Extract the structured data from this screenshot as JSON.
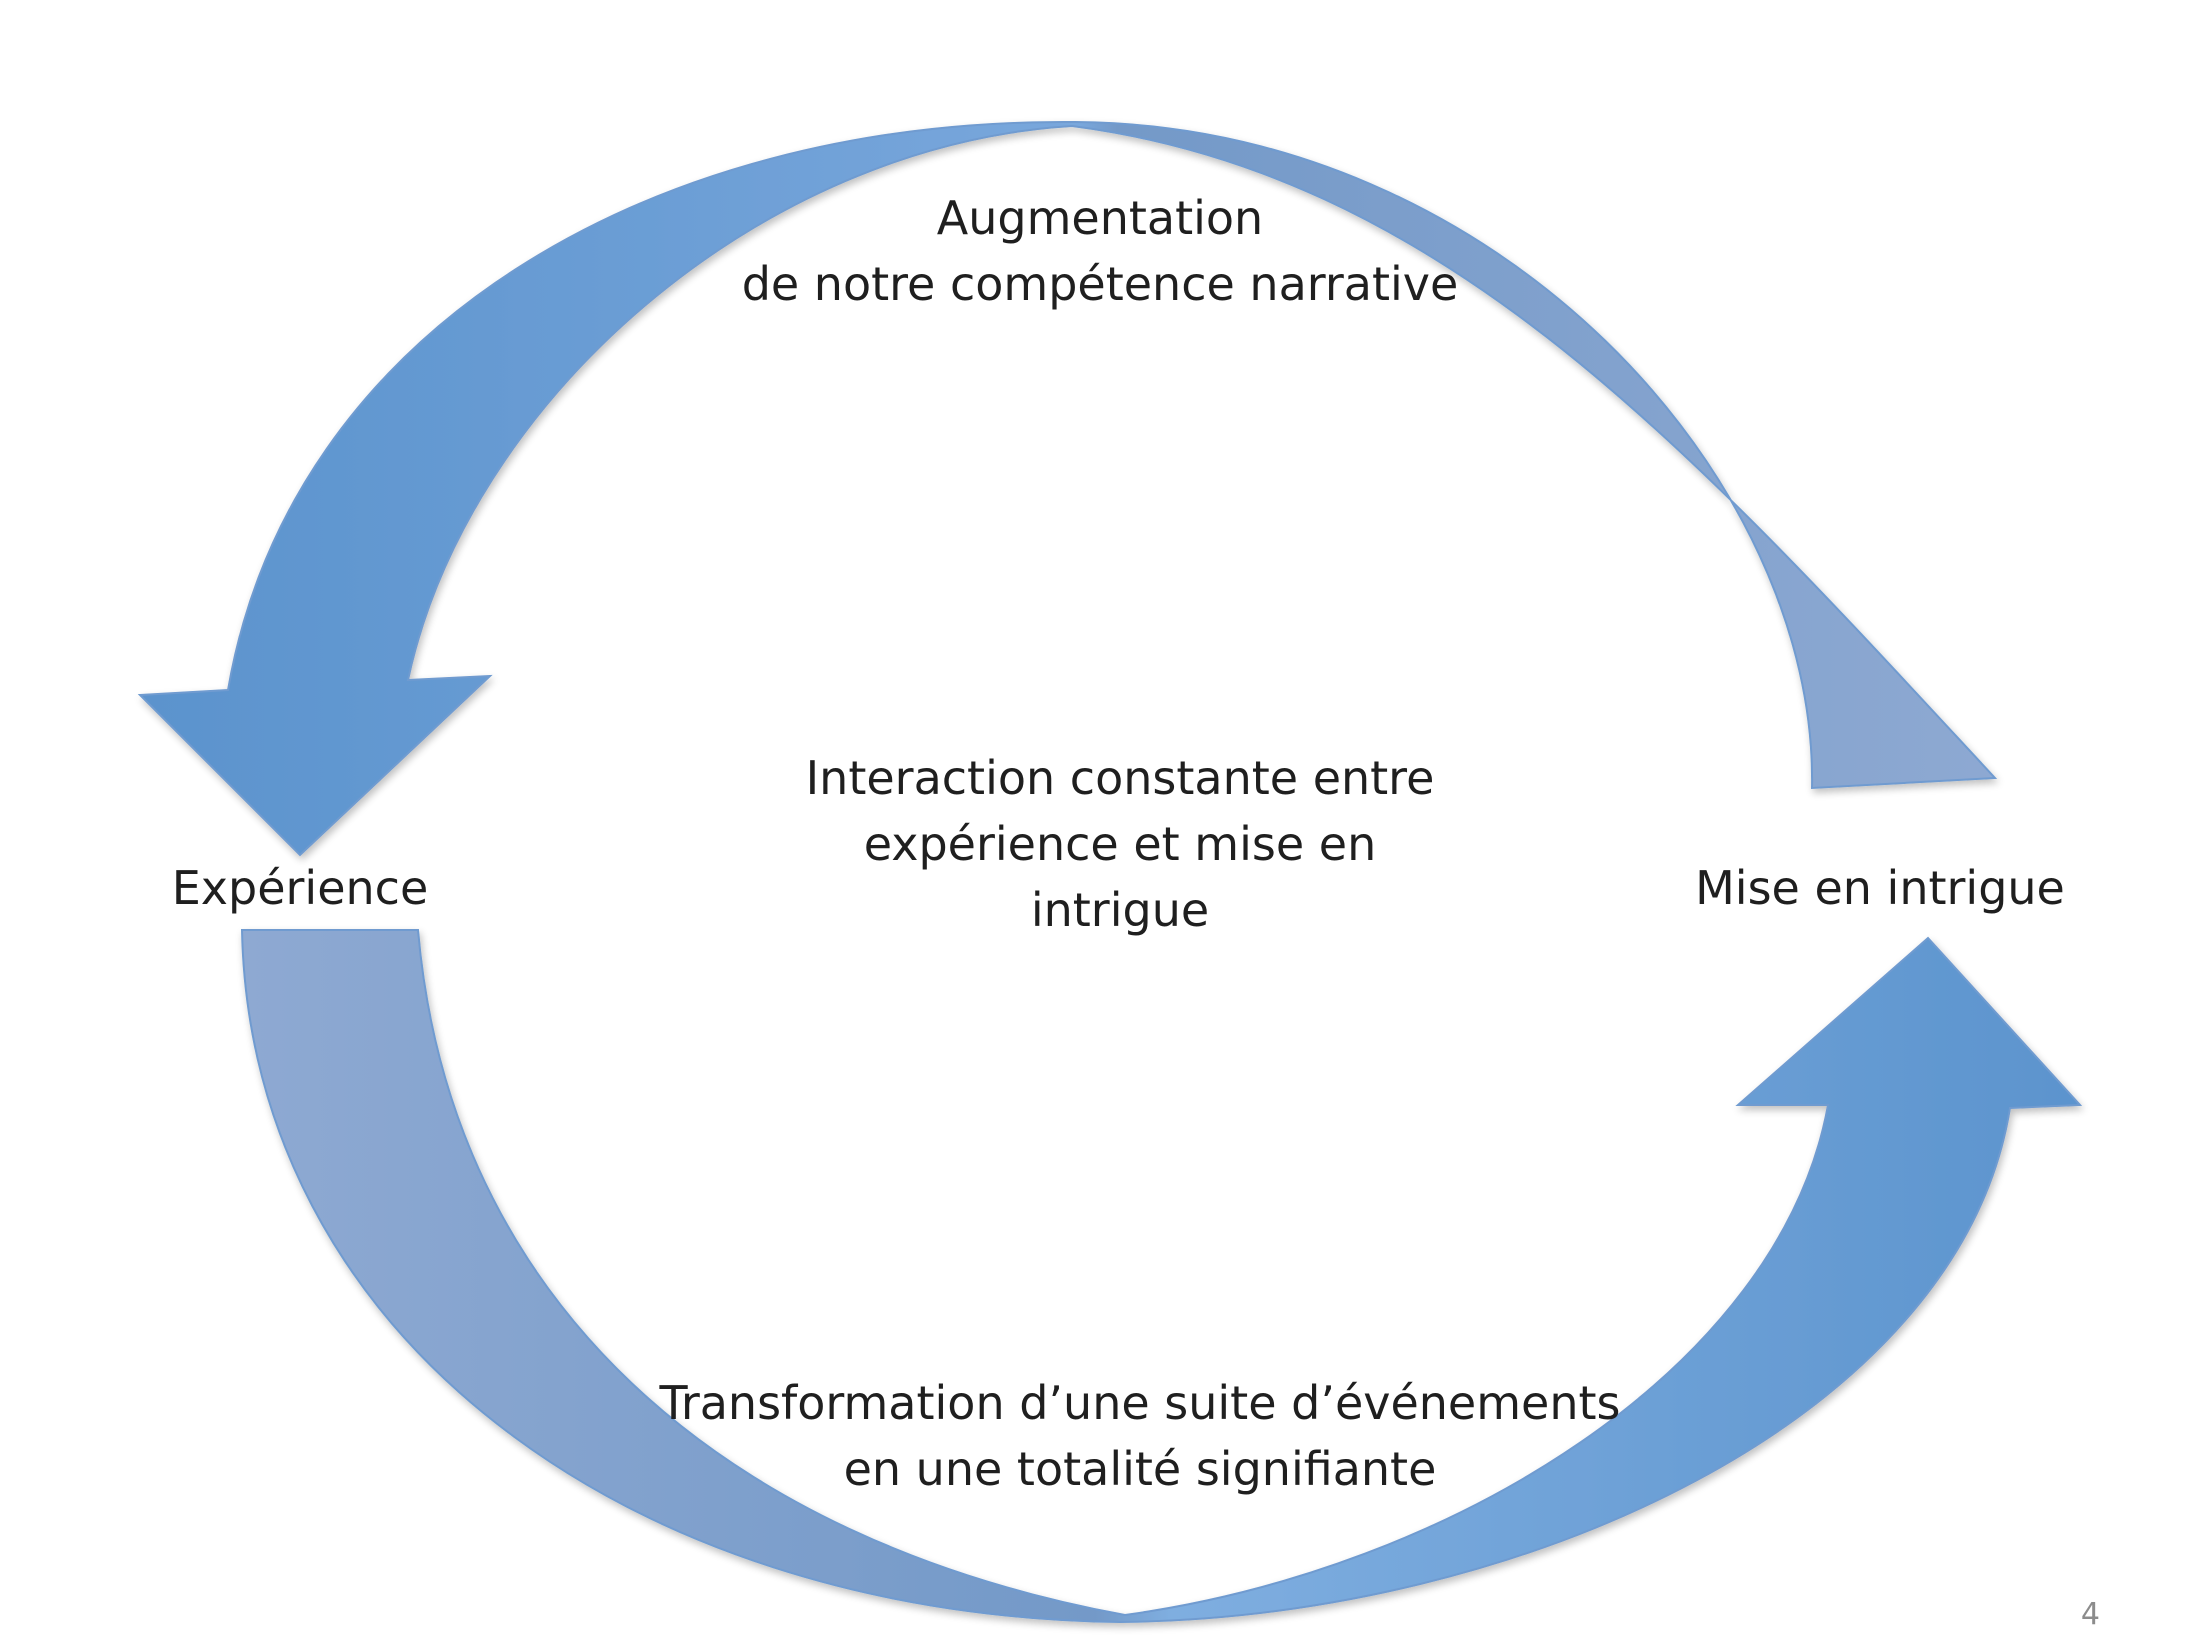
{
  "diagram": {
    "top_label": [
      "Augmentation",
      "de notre compétence narrative"
    ],
    "center_label": [
      "Interaction constante entre",
      "expérience et mise en",
      "intrigue"
    ],
    "left_node": "Expérience",
    "right_node": "Mise en intrigue",
    "bottom_label": [
      "Transformation d’une suite d’événements",
      "en une totalité signifiante"
    ],
    "edges": [
      {
        "from": "Mise en intrigue",
        "to": "Expérience"
      },
      {
        "from": "Expérience",
        "to": "Mise en intrigue"
      }
    ]
  },
  "page_number": "4",
  "colors": {
    "arrow_strong": "#5b93cd",
    "arrow_light": "#8ea9d2",
    "arrow_mid": "#7399c8",
    "arrow_stroke": "#6f9bd0",
    "text": "#1f1f1f",
    "page_number": "#8c8c8c"
  }
}
